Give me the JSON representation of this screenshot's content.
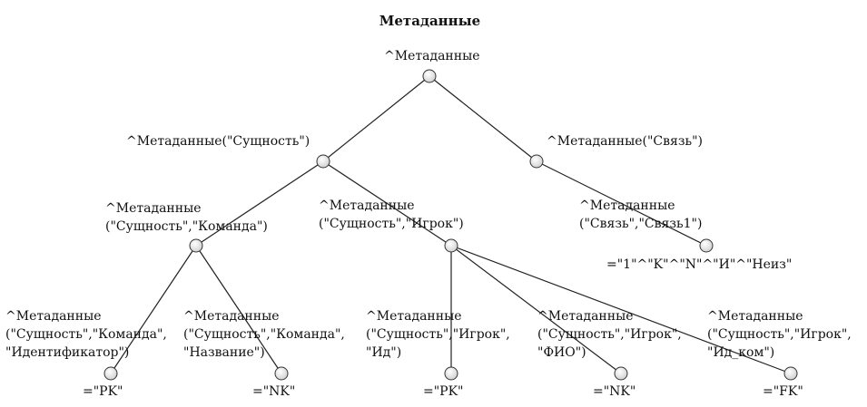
{
  "title": "Метаданные",
  "colors": {
    "edge": "#222222",
    "node_fill": "#f2f2f2",
    "node_stroke": "#333333",
    "text": "#111111"
  },
  "nodes": [
    {
      "id": "root",
      "label": [
        "^Метаданные"
      ]
    },
    {
      "id": "entity",
      "label": [
        "^Метаданные(\"Сущность\")"
      ]
    },
    {
      "id": "link",
      "label": [
        "^Метаданные(\"Связь\")"
      ]
    },
    {
      "id": "team",
      "label": [
        "^Метаданные",
        "(\"Сущность\",\"Команда\")"
      ]
    },
    {
      "id": "player",
      "label": [
        "^Метаданные",
        "(\"Сущность\",\"Игрок\")"
      ]
    },
    {
      "id": "link1",
      "label": [
        "^Метаданные",
        "(\"Связь\",\"Связь1\")"
      ],
      "value": "=\"1\"^\"K\"^\"N\"^\"И\"^\"Неиз\""
    },
    {
      "id": "team_id",
      "label": [
        "^Метаданные",
        "(\"Сущность\",\"Команда\",",
        "\"Идентификатор\")"
      ],
      "value": "=\"PK\""
    },
    {
      "id": "team_name",
      "label": [
        "^Метаданные",
        "(\"Сущность\",\"Команда\",",
        "\"Название\")"
      ],
      "value": "=\"NK\""
    },
    {
      "id": "player_id",
      "label": [
        "^Метаданные",
        "(\"Сущность\",\"Игрок\",",
        "\"Ид\")"
      ],
      "value": "=\"PK\""
    },
    {
      "id": "player_fio",
      "label": [
        "^Метаданные",
        "(\"Сущность\",\"Игрок\",",
        "\"ФИО\")"
      ],
      "value": "=\"NK\""
    },
    {
      "id": "player_team",
      "label": [
        "^Метаданные",
        "(\"Сущность\",\"Игрок\",",
        "\"Ид_ком\")"
      ],
      "value": "=\"FK\""
    }
  ],
  "edges": [
    [
      "root",
      "entity"
    ],
    [
      "root",
      "link"
    ],
    [
      "entity",
      "team"
    ],
    [
      "entity",
      "player"
    ],
    [
      "link",
      "link1"
    ],
    [
      "team",
      "team_id"
    ],
    [
      "team",
      "team_name"
    ],
    [
      "player",
      "player_id"
    ],
    [
      "player",
      "player_fio"
    ],
    [
      "player",
      "player_team"
    ]
  ]
}
